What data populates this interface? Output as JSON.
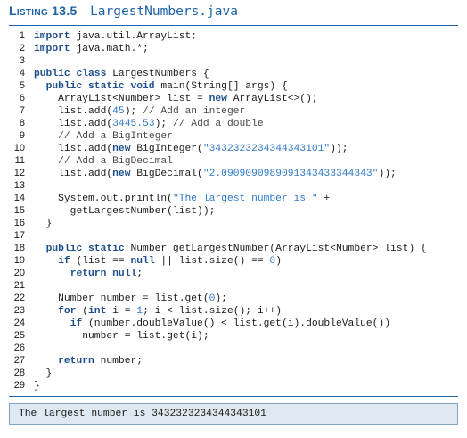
{
  "listing": {
    "label": "Listing 13.5",
    "filename": "LargestNumbers.java"
  },
  "code_lines": [
    {
      "no": "1",
      "tokens": [
        {
          "t": "import",
          "c": "kw"
        },
        {
          "t": " java.util.ArrayList;",
          "c": ""
        }
      ]
    },
    {
      "no": "2",
      "tokens": [
        {
          "t": "import",
          "c": "kw"
        },
        {
          "t": " java.math.*;",
          "c": ""
        }
      ]
    },
    {
      "no": "3",
      "tokens": []
    },
    {
      "no": "4",
      "tokens": [
        {
          "t": "public class",
          "c": "kw"
        },
        {
          "t": " LargestNumbers {",
          "c": ""
        }
      ]
    },
    {
      "no": "5",
      "tokens": [
        {
          "t": "  ",
          "c": ""
        },
        {
          "t": "public static void",
          "c": "kw"
        },
        {
          "t": " main(String[] args) {",
          "c": ""
        }
      ]
    },
    {
      "no": "6",
      "tokens": [
        {
          "t": "    ArrayList<Number> list = ",
          "c": ""
        },
        {
          "t": "new",
          "c": "kw"
        },
        {
          "t": " ArrayList<>();",
          "c": ""
        }
      ]
    },
    {
      "no": "7",
      "tokens": [
        {
          "t": "    list.add(",
          "c": ""
        },
        {
          "t": "45",
          "c": "lit"
        },
        {
          "t": "); ",
          "c": ""
        },
        {
          "t": "// Add an integer",
          "c": "cm"
        }
      ]
    },
    {
      "no": "8",
      "tokens": [
        {
          "t": "    list.add(",
          "c": ""
        },
        {
          "t": "3445.53",
          "c": "lit"
        },
        {
          "t": "); ",
          "c": ""
        },
        {
          "t": "// Add a double",
          "c": "cm"
        }
      ]
    },
    {
      "no": "9",
      "tokens": [
        {
          "t": "    ",
          "c": ""
        },
        {
          "t": "// Add a BigInteger",
          "c": "cm"
        }
      ]
    },
    {
      "no": "10",
      "tokens": [
        {
          "t": "    list.add(",
          "c": ""
        },
        {
          "t": "new",
          "c": "kw"
        },
        {
          "t": " BigInteger(",
          "c": ""
        },
        {
          "t": "\"3432323234344343101\"",
          "c": "lit"
        },
        {
          "t": "));",
          "c": ""
        }
      ]
    },
    {
      "no": "11",
      "tokens": [
        {
          "t": "    ",
          "c": ""
        },
        {
          "t": "// Add a BigDecimal",
          "c": "cm"
        }
      ]
    },
    {
      "no": "12",
      "tokens": [
        {
          "t": "    list.add(",
          "c": ""
        },
        {
          "t": "new",
          "c": "kw"
        },
        {
          "t": " BigDecimal(",
          "c": ""
        },
        {
          "t": "\"2.0909090989091343433344343\"",
          "c": "lit"
        },
        {
          "t": "));",
          "c": ""
        }
      ]
    },
    {
      "no": "13",
      "tokens": []
    },
    {
      "no": "14",
      "tokens": [
        {
          "t": "    System.out.println(",
          "c": ""
        },
        {
          "t": "\"The largest number is \"",
          "c": "lit"
        },
        {
          "t": " +",
          "c": ""
        }
      ]
    },
    {
      "no": "15",
      "tokens": [
        {
          "t": "      getLargestNumber(list));",
          "c": ""
        }
      ]
    },
    {
      "no": "16",
      "tokens": [
        {
          "t": "  }",
          "c": ""
        }
      ]
    },
    {
      "no": "17",
      "tokens": []
    },
    {
      "no": "18",
      "tokens": [
        {
          "t": "  ",
          "c": ""
        },
        {
          "t": "public static",
          "c": "kw"
        },
        {
          "t": " Number getLargestNumber(ArrayList<Number> list) {",
          "c": ""
        }
      ]
    },
    {
      "no": "19",
      "tokens": [
        {
          "t": "    ",
          "c": ""
        },
        {
          "t": "if",
          "c": "kw"
        },
        {
          "t": " (list == ",
          "c": ""
        },
        {
          "t": "null",
          "c": "kw"
        },
        {
          "t": " || list.size() == ",
          "c": ""
        },
        {
          "t": "0",
          "c": "lit"
        },
        {
          "t": ")",
          "c": ""
        }
      ]
    },
    {
      "no": "20",
      "tokens": [
        {
          "t": "      ",
          "c": ""
        },
        {
          "t": "return null",
          "c": "kw"
        },
        {
          "t": ";",
          "c": ""
        }
      ]
    },
    {
      "no": "21",
      "tokens": []
    },
    {
      "no": "22",
      "tokens": [
        {
          "t": "    Number number = list.get(",
          "c": ""
        },
        {
          "t": "0",
          "c": "lit"
        },
        {
          "t": ");",
          "c": ""
        }
      ]
    },
    {
      "no": "23",
      "tokens": [
        {
          "t": "    ",
          "c": ""
        },
        {
          "t": "for",
          "c": "kw"
        },
        {
          "t": " (",
          "c": ""
        },
        {
          "t": "int",
          "c": "kw"
        },
        {
          "t": " i = ",
          "c": ""
        },
        {
          "t": "1",
          "c": "lit"
        },
        {
          "t": "; i < list.size(); i++)",
          "c": ""
        }
      ]
    },
    {
      "no": "24",
      "tokens": [
        {
          "t": "      ",
          "c": ""
        },
        {
          "t": "if",
          "c": "kw"
        },
        {
          "t": " (number.doubleValue() < list.get(i).doubleValue())",
          "c": ""
        }
      ]
    },
    {
      "no": "25",
      "tokens": [
        {
          "t": "        number = list.get(i);",
          "c": ""
        }
      ]
    },
    {
      "no": "26",
      "tokens": []
    },
    {
      "no": "27",
      "tokens": [
        {
          "t": "    ",
          "c": ""
        },
        {
          "t": "return",
          "c": "kw"
        },
        {
          "t": " number;",
          "c": ""
        }
      ]
    },
    {
      "no": "28",
      "tokens": [
        {
          "t": "  }",
          "c": ""
        }
      ]
    },
    {
      "no": "29",
      "tokens": [
        {
          "t": "}",
          "c": ""
        }
      ]
    }
  ],
  "output": {
    "text": "The largest number is 3432323234344343101"
  },
  "colors": {
    "accent": "#1e63a8",
    "keyword": "#1e4f8c",
    "literal": "#2f79c7",
    "output_bg": "#dde8f1"
  }
}
